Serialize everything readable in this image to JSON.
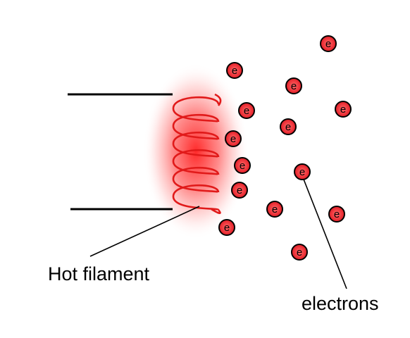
{
  "labels": {
    "filament": "Hot filament",
    "electrons": "electrons"
  },
  "electron_symbol": "e",
  "colors": {
    "electron_fill": "#e8212e",
    "electron_inner": "#f04a4a",
    "coil": "#e82020",
    "wire": "#000000",
    "glow": "#ff2a2a"
  }
}
